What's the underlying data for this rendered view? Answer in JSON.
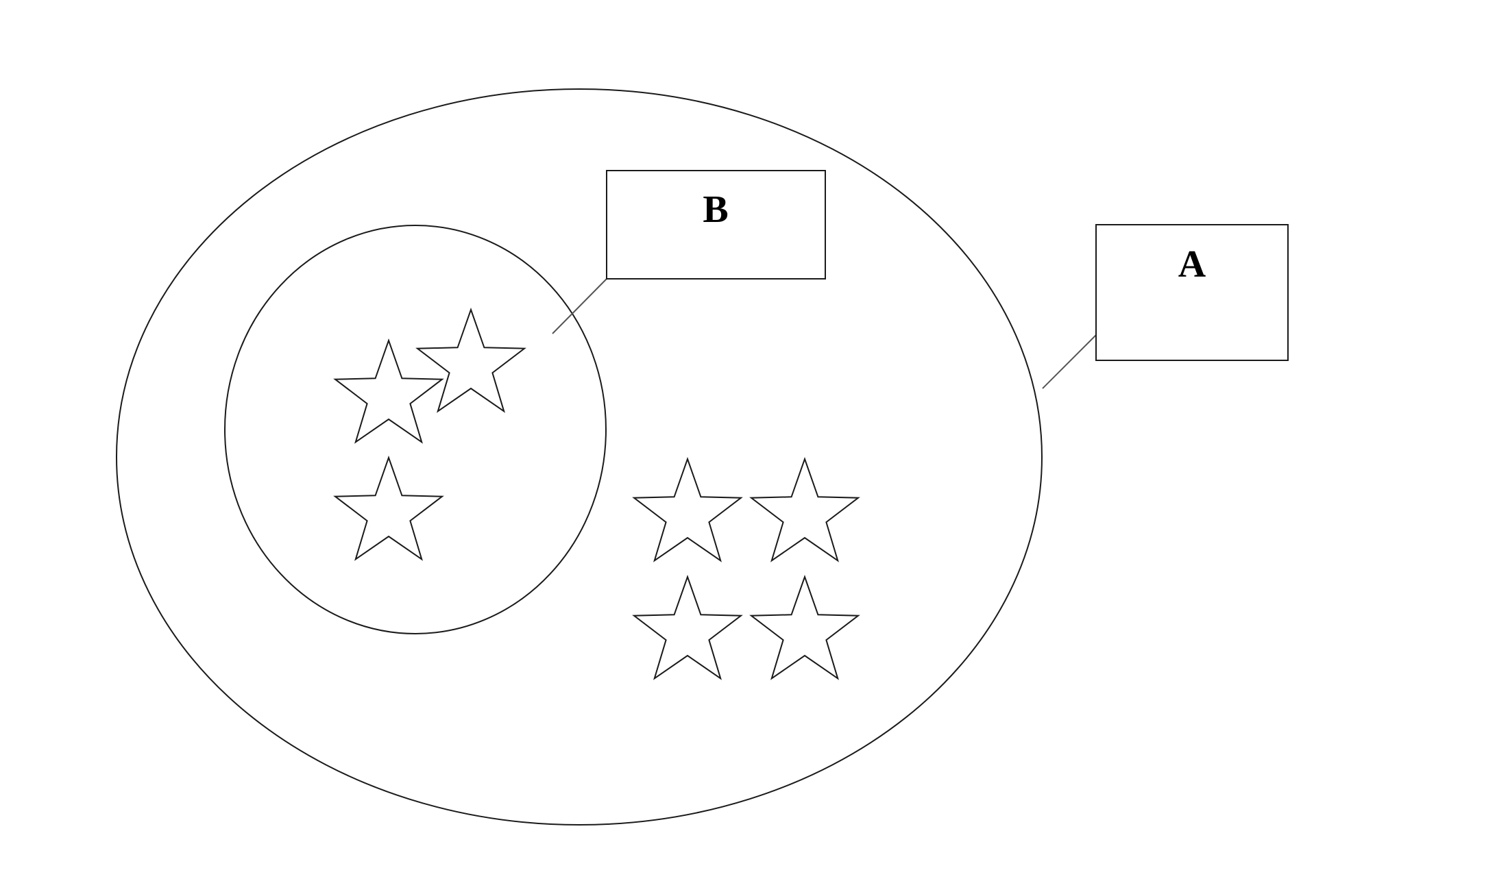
{
  "labels": {
    "a": "A",
    "b": "B"
  },
  "colors": {
    "stroke": "#1a1a1a",
    "leader": "#555555",
    "background": "#ffffff"
  },
  "stars": {
    "inside_b_count": 3,
    "outside_b_count": 4,
    "icon": "star-outline-icon"
  }
}
